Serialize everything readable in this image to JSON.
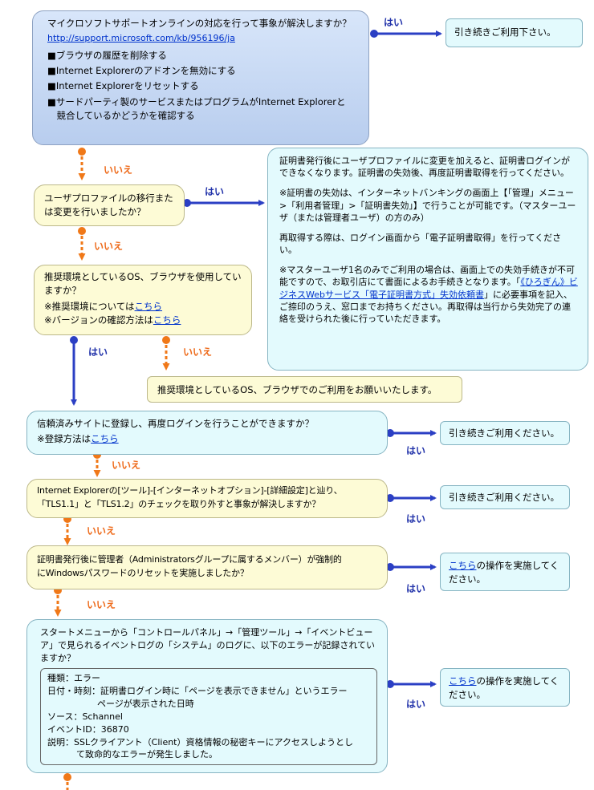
{
  "box1": {
    "question": "マイクロソフトサポートオンラインの対応を行って事象が解決しますか？",
    "link": "http://support.microsoft.com/kb/956196/ja",
    "items": [
      "■ブラウザの履歴を削除する",
      "■Internet Explorerのアドオンを無効にする",
      "■Internet Explorerをリセットする",
      "■サードパーティ製のサービスまたはプログラムがInternet Explorerと",
      "　競合しているかどうかを確認する"
    ]
  },
  "answer1": "引き続きご利用下さい。",
  "box2": {
    "question": "ユーザプロファイルの移行または変更を行いましたか？"
  },
  "info": {
    "p1": "証明書発行後にユーザプロファイルに変更を加えると、証明書ログインができなくなります。証明書の失効後、再度証明書取得を行ってください。",
    "p2": "※証明書の失効は、インターネットバンキングの画面上【「管理」メニュー>「利用者管理」>「証明書失効」】で行うことが可能です。（マスターユーザ（または管理者ユーザ）の方のみ）",
    "p3": "再取得する際は、ログイン画面から「電子証明書取得」を行ってください。",
    "p4a": "※マスターユーザ1名のみでご利用の場合は、画面上での失効手続きが不可能ですので、お取引店にて書面によるお手続きとなります。「",
    "p4link": "《ひろぎん》ビジネスWebサービス「電子証明書方式」失効依頼書",
    "p4b": "」に必要事項を記入、ご捺印のうえ、窓口までお持ちください。再取得は当行から失効完了の連絡を受けられた後に行っていただきます。"
  },
  "box3": {
    "question": "推奨環境としているOS、ブラウザを使用していますか？",
    "note1_prefix": "※推奨環境については",
    "note2_prefix": "※バージョンの確認方法は",
    "link_text": "こちら"
  },
  "answer3": "推奨環境としているOS、ブラウザでのご利用をお願いいたします。",
  "box4": {
    "question": "信頼済みサイトに登録し、再度ログインを行うことができますか？",
    "note_prefix": "※登録方法は",
    "link_text": "こちら"
  },
  "answer4": "引き続きご利用ください。",
  "box5": {
    "line1": "Internet Explorerの[ツール]-[インターネットオプション]-[詳細設定]と辿り、",
    "line2": "「TLS1.1」と「TLS1.2」のチェックを取り外すと事象が解決しますか？"
  },
  "answer5": "引き続きご利用ください。",
  "box6": {
    "line1": "証明書発行後に管理者（Administratorsグループに属するメンバー）が強制的",
    "line2": "にWindowsパスワードのリセットを実施しましたか？"
  },
  "answer6": {
    "link_text": "こちら",
    "suffix": "の操作を実施してください。"
  },
  "box7": {
    "question": "スタートメニューから「コントロールパネル」→「管理ツール」→「イベントビューア」で見られるイベントログの「システム」のログに、以下のエラーが記録されていますか？",
    "type": "種類：エラー",
    "datetime_1": "日付・時刻：証明書ログイン時に「ページを表示できません」というエラー",
    "datetime_2": "ページが表示された日時",
    "source": "ソース：Schannel",
    "event_id": "イベントID：36870",
    "desc_1": "説明：SSLクライアント（Client）資格情報の秘密キーにアクセスしようとし",
    "desc_2": "て致命的なエラーが発生しました。"
  },
  "answer7": {
    "link_text": "こちら",
    "suffix": "の操作を実施してください。"
  },
  "labels": {
    "yes": "はい",
    "no": "いいえ"
  },
  "colors": {
    "yes_arrow": "#2b3fc4",
    "no_arrow": "#f07818"
  }
}
